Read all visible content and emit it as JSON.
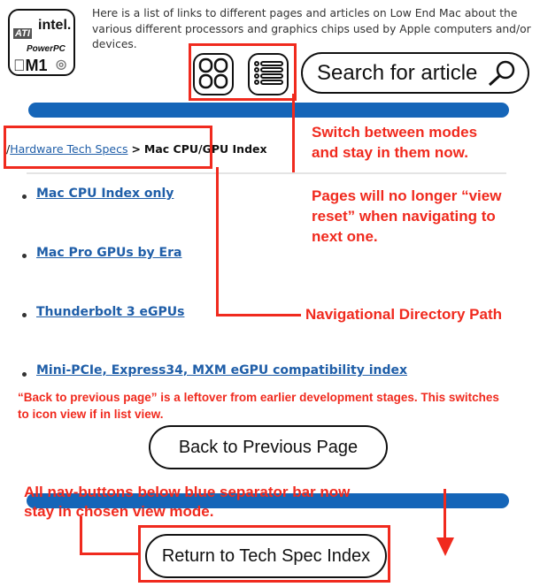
{
  "logo": {
    "brands": [
      "ATI",
      "intel.",
      "PowerPC",
      "M1"
    ]
  },
  "intro": "Here is a list of links to different pages and articles on Low End Mac about the various different processors and graphics chips used by Apple computers and/or devices.",
  "toolbar": {
    "icon_view_icon": "grid-icon",
    "list_view_icon": "list-icon",
    "search_label": "Search for article",
    "search_icon": "magnifier-icon"
  },
  "breadcrumb": {
    "separator_start": "/",
    "parent": "Hardware Tech Specs",
    "separator": ">",
    "current": "Mac CPU/GPU Index"
  },
  "links": [
    "Mac CPU Index only",
    "Mac Pro GPUs by Era",
    "Thunderbolt 3 eGPUs",
    "Mini-PCIe, Express34, MXM eGPU compatibility index"
  ],
  "buttons": {
    "back": "Back to Previous Page",
    "return": "Return to Tech Spec Index"
  },
  "annotations": {
    "modes": "Switch between modes and stay in them now.",
    "view_reset": "Pages will no longer “view reset” when navigating to next one.",
    "directory": "Navigational Directory Path",
    "back_note": "“Back to previous page” is a leftover from earlier development stages. This switches to icon view if in list view.",
    "nav_note": "All nav-buttons below blue separator bar now stay in chosen view mode."
  },
  "colors": {
    "accent_blue": "#1565b8",
    "annotation_red": "#f02a1e",
    "link": "#1f5ea8"
  }
}
